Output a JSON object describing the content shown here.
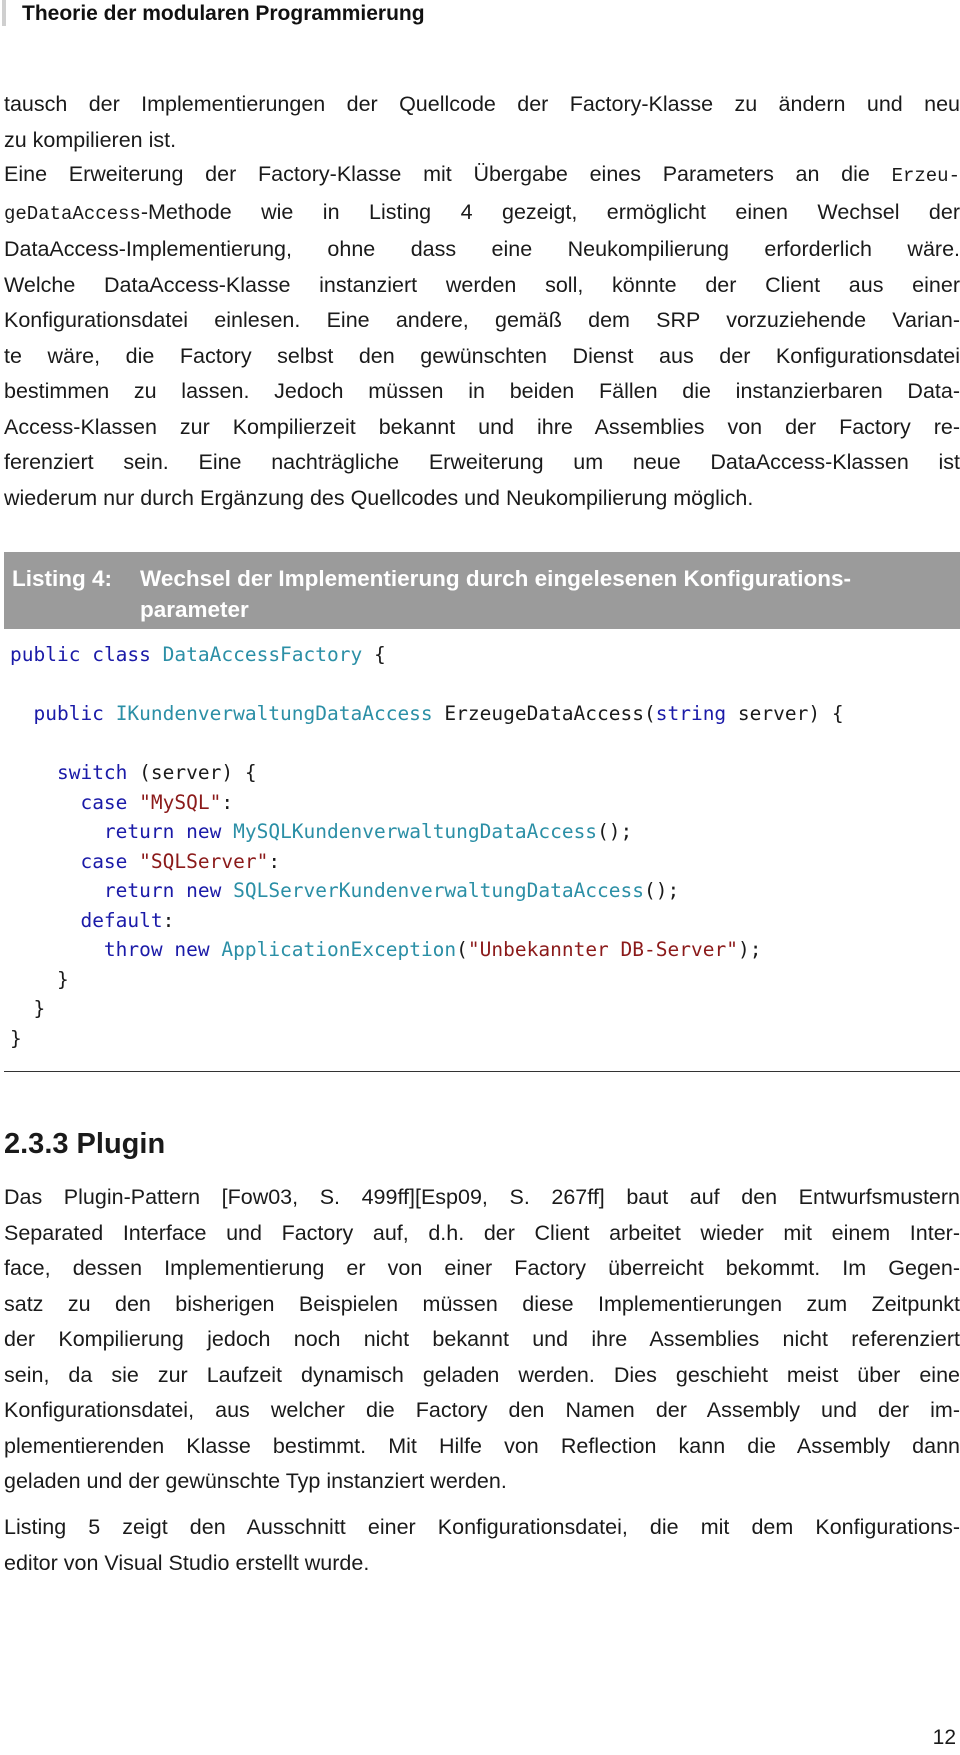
{
  "header": {
    "title": "Theorie der modularen Programmierung"
  },
  "para1": {
    "lines": [
      "tausch der Implementierungen der Quellcode der Factory-Klasse zu ändern und neu",
      "zu kompilieren ist."
    ]
  },
  "para2": {
    "line1_text": "Eine Erweiterung der Factory-Klasse mit Übergabe eines Parameters an die ",
    "line1_code": "Erzeu-",
    "line2_code": "geDataAccess",
    "line2_text": "-Methode wie in Listing 4 gezeigt, ermöglicht einen Wechsel der",
    "lines": [
      "DataAccess-Implementierung, ohne dass eine Neukompilierung erforderlich wäre.",
      "Welche DataAccess-Klasse instanziert werden soll, könnte der Client aus einer",
      "Konfigurationsdatei einlesen. Eine andere, gemäß dem SRP vorzuziehende Varian-",
      "te wäre, die Factory selbst den gewünschten Dienst aus der Konfigurationsdatei",
      "bestimmen zu lassen. Jedoch müssen in beiden Fällen die instanzierbaren Data-",
      "Access-Klassen zur Kompilierzeit bekannt und ihre Assemblies von der Factory re-",
      "ferenziert sein. Eine nachträgliche Erweiterung um neue DataAccess-Klassen ist",
      "wiederum nur durch Ergänzung des Quellcodes und Neukompilierung möglich."
    ]
  },
  "listing": {
    "label": "Listing 4:",
    "caption_line1": "Wechsel der Implementierung durch eingelesenen Konfigurations-",
    "caption_line2": "parameter"
  },
  "section": {
    "title": "2.3.3 Plugin"
  },
  "para3": {
    "lines": [
      "Das Plugin-Pattern [Fow03, S. 499ff][Esp09, S. 267ff] baut auf den Entwurfsmustern",
      "Separated Interface und Factory auf, d.h. der Client arbeitet wieder mit einem Inter-",
      "face, dessen Implementierung er von einer Factory überreicht bekommt. Im Gegen-",
      "satz zu den bisherigen Beispielen müssen diese Implementierungen zum Zeitpunkt",
      "der Kompilierung jedoch noch nicht bekannt und ihre Assemblies nicht referenziert",
      "sein, da sie zur Laufzeit dynamisch geladen werden. Dies geschieht meist über eine",
      "Konfigurationsdatei, aus welcher die Factory den Namen der Assembly und der im-",
      "plementierenden Klasse bestimmt. Mit Hilfe von Reflection kann die Assembly dann",
      "geladen und der gewünschte Typ instanziert werden."
    ]
  },
  "para4": {
    "lines": [
      "Listing 5 zeigt den Ausschnitt einer Konfigurationsdatei, die mit dem Konfigurations-",
      "editor von Visual Studio erstellt wurde."
    ]
  },
  "code": {
    "line1": [
      {
        "t": "public",
        "c": "kw"
      },
      {
        "t": " ",
        "c": ""
      },
      {
        "t": "class",
        "c": "kw"
      },
      {
        "t": " ",
        "c": ""
      },
      {
        "t": "DataAccessFactory",
        "c": "ty"
      },
      {
        "t": " {",
        "c": ""
      }
    ],
    "line2": [],
    "line3": [
      {
        "t": "  ",
        "c": ""
      },
      {
        "t": "public",
        "c": "kw"
      },
      {
        "t": " ",
        "c": ""
      },
      {
        "t": "IKundenverwaltungDataAccess",
        "c": "ty"
      },
      {
        "t": " ErzeugeDataAccess(",
        "c": ""
      },
      {
        "t": "string",
        "c": "kw"
      },
      {
        "t": " server) {",
        "c": ""
      }
    ],
    "line4": [],
    "line5": [
      {
        "t": "    ",
        "c": ""
      },
      {
        "t": "switch",
        "c": "kw"
      },
      {
        "t": " (server) {",
        "c": ""
      }
    ],
    "line6": [
      {
        "t": "      ",
        "c": ""
      },
      {
        "t": "case",
        "c": "kw"
      },
      {
        "t": " ",
        "c": ""
      },
      {
        "t": "\"MySQL\"",
        "c": "st"
      },
      {
        "t": ":",
        "c": ""
      }
    ],
    "line7": [
      {
        "t": "        ",
        "c": ""
      },
      {
        "t": "return",
        "c": "kw"
      },
      {
        "t": " ",
        "c": ""
      },
      {
        "t": "new",
        "c": "kw"
      },
      {
        "t": " ",
        "c": ""
      },
      {
        "t": "MySQLKundenverwaltungDataAccess",
        "c": "ty"
      },
      {
        "t": "();",
        "c": ""
      }
    ],
    "line8": [
      {
        "t": "      ",
        "c": ""
      },
      {
        "t": "case",
        "c": "kw"
      },
      {
        "t": " ",
        "c": ""
      },
      {
        "t": "\"SQLServer\"",
        "c": "st"
      },
      {
        "t": ":",
        "c": ""
      }
    ],
    "line9": [
      {
        "t": "        ",
        "c": ""
      },
      {
        "t": "return",
        "c": "kw"
      },
      {
        "t": " ",
        "c": ""
      },
      {
        "t": "new",
        "c": "kw"
      },
      {
        "t": " ",
        "c": ""
      },
      {
        "t": "SQLServerKundenverwaltungDataAccess",
        "c": "ty"
      },
      {
        "t": "();",
        "c": ""
      }
    ],
    "line10": [
      {
        "t": "      ",
        "c": ""
      },
      {
        "t": "default",
        "c": "kw"
      },
      {
        "t": ":",
        "c": ""
      }
    ],
    "line11": [
      {
        "t": "        ",
        "c": ""
      },
      {
        "t": "throw",
        "c": "kw"
      },
      {
        "t": " ",
        "c": ""
      },
      {
        "t": "new",
        "c": "kw"
      },
      {
        "t": " ",
        "c": ""
      },
      {
        "t": "ApplicationException",
        "c": "ty"
      },
      {
        "t": "(",
        "c": ""
      },
      {
        "t": "\"Unbekannter DB-Server\"",
        "c": "st"
      },
      {
        "t": ");",
        "c": ""
      }
    ],
    "line12": [
      {
        "t": "    }",
        "c": ""
      }
    ],
    "line13": [
      {
        "t": "  }",
        "c": ""
      }
    ],
    "line14": [
      {
        "t": "}",
        "c": ""
      }
    ]
  },
  "page_number": "12"
}
